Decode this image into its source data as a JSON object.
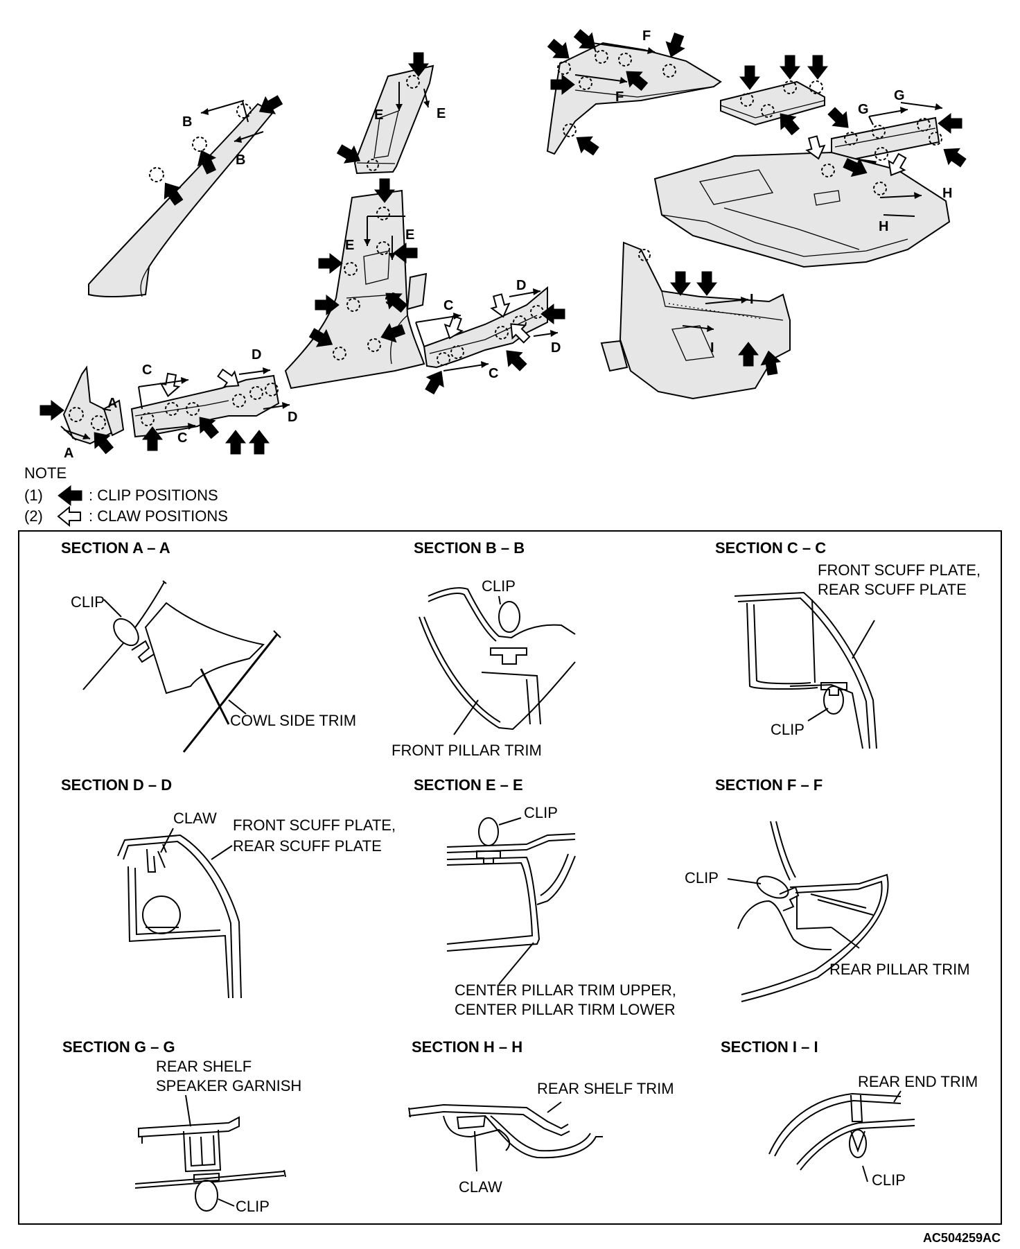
{
  "callouts": {
    "a": "A",
    "b": "B",
    "c": "C",
    "d": "D",
    "e": "E",
    "f": "F",
    "g": "G",
    "h": "H",
    "i": "I"
  },
  "note": {
    "title": "NOTE",
    "items": [
      {
        "num": "(1)",
        "text": ": CLIP POSITIONS"
      },
      {
        "num": "(2)",
        "text": ": CLAW POSITIONS"
      }
    ]
  },
  "sections": {
    "aa": {
      "title": "SECTION A – A",
      "labels": [
        "CLIP",
        "COWL SIDE TRIM"
      ]
    },
    "bb": {
      "title": "SECTION B – B",
      "labels": [
        "CLIP",
        "FRONT PILLAR TRIM"
      ]
    },
    "cc": {
      "title": "SECTION C – C",
      "labels": [
        "FRONT SCUFF PLATE,",
        "REAR SCUFF PLATE",
        "CLIP"
      ]
    },
    "dd": {
      "title": "SECTION D – D",
      "labels": [
        "CLAW",
        "FRONT SCUFF PLATE,",
        "REAR SCUFF PLATE"
      ]
    },
    "ee": {
      "title": "SECTION E – E",
      "labels": [
        "CLIP",
        "CENTER PILLAR TRIM UPPER,",
        "CENTER PILLAR TIRM LOWER"
      ]
    },
    "ff": {
      "title": "SECTION F – F",
      "labels": [
        "CLIP",
        "REAR PILLAR TRIM"
      ]
    },
    "gg": {
      "title": "SECTION G – G",
      "labels": [
        "REAR SHELF",
        "SPEAKER GARNISH",
        "CLIP"
      ]
    },
    "hh": {
      "title": "SECTION H – H",
      "labels": [
        "REAR SHELF TRIM",
        "CLAW"
      ]
    },
    "ii": {
      "title": "SECTION I – I",
      "labels": [
        "REAR END TRIM",
        "CLIP"
      ]
    }
  },
  "drawing_code": "AC504259AC",
  "icons": {
    "clip": "solid-arrow-icon",
    "claw": "outline-arrow-icon"
  },
  "colors": {
    "ink": "#000000",
    "part_fill": "#e6e6e6",
    "background": "#ffffff"
  }
}
